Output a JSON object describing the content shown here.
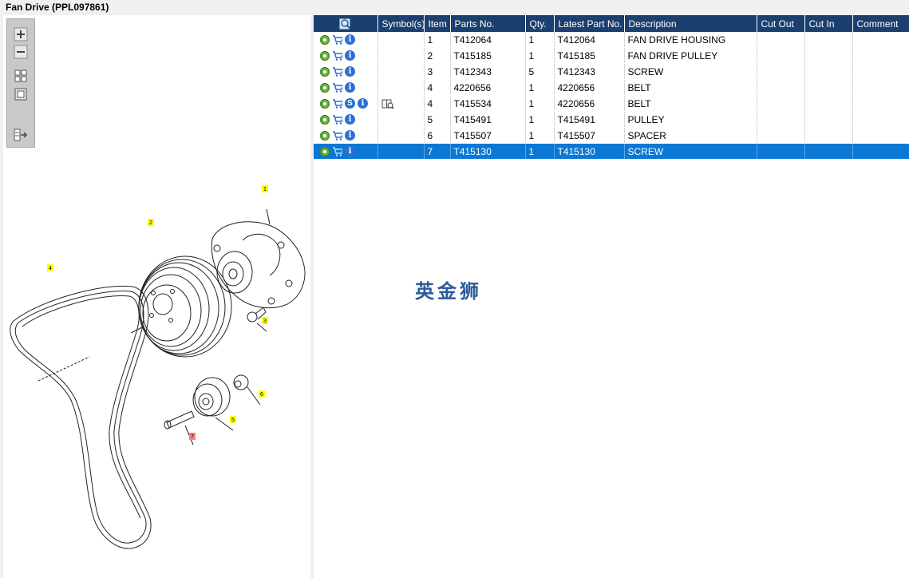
{
  "window": {
    "title": "Fan Drive (PPL097861)"
  },
  "toolbox": {
    "buttons": [
      "zoom-in",
      "zoom-out",
      "fit-all",
      "actual-size",
      "toggle-list"
    ]
  },
  "table": {
    "columns": [
      "",
      "Symbol(s)",
      "Item",
      "Parts No.",
      "Qty.",
      "Latest Part No.",
      "Description",
      "Cut Out",
      "Cut In",
      "Comment"
    ],
    "rows": [
      {
        "item": "1",
        "part": "T412064",
        "qty": "1",
        "latest": "T412064",
        "desc": "FAN DRIVE HOUSING",
        "cutout": "",
        "cutin": "",
        "comment": ""
      },
      {
        "item": "2",
        "part": "T415185",
        "qty": "1",
        "latest": "T415185",
        "desc": "FAN DRIVE PULLEY",
        "cutout": "",
        "cutin": "",
        "comment": ""
      },
      {
        "item": "3",
        "part": "T412343",
        "qty": "5",
        "latest": "T412343",
        "desc": "SCREW",
        "cutout": "",
        "cutin": "",
        "comment": ""
      },
      {
        "item": "4",
        "part": "4220656",
        "qty": "1",
        "latest": "4220656",
        "desc": "BELT",
        "cutout": "",
        "cutin": "",
        "comment": ""
      },
      {
        "item": "4",
        "part": "T415534",
        "qty": "1",
        "latest": "4220656",
        "desc": "BELT",
        "cutout": "",
        "cutin": "",
        "comment": ""
      },
      {
        "item": "5",
        "part": "T415491",
        "qty": "1",
        "latest": "T415491",
        "desc": "PULLEY",
        "cutout": "",
        "cutin": "",
        "comment": ""
      },
      {
        "item": "6",
        "part": "T415507",
        "qty": "1",
        "latest": "T415507",
        "desc": "SPACER",
        "cutout": "",
        "cutin": "",
        "comment": ""
      },
      {
        "item": "7",
        "part": "T415130",
        "qty": "1",
        "latest": "T415130",
        "desc": "SCREW",
        "cutout": "",
        "cutin": "",
        "comment": ""
      }
    ],
    "selected_row_index": 7,
    "supersession_symbol": "S"
  },
  "diagram": {
    "callouts": [
      "1",
      "2",
      "3",
      "4",
      "5",
      "6",
      "7"
    ],
    "highlight_color": "#ffff00",
    "selected_callout_color": "#ff8080"
  },
  "watermark": "英金狮",
  "colors": {
    "header_bg": "#1b3f6f",
    "selection_bg": "#0a78d4",
    "gear": "#6ab23e",
    "info": "#2b6fd1"
  }
}
